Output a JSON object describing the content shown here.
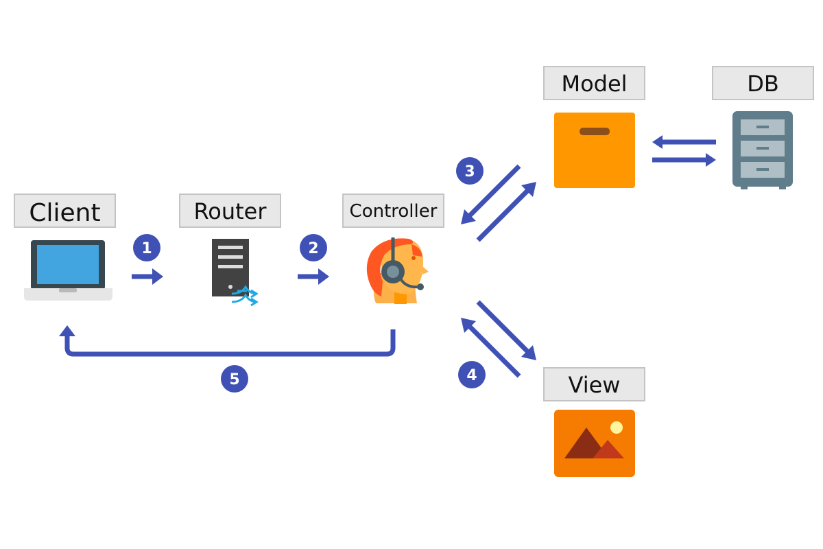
{
  "nodes": {
    "client": {
      "label": "Client",
      "icon": "laptop-icon"
    },
    "router": {
      "label": "Router",
      "icon": "server-icon"
    },
    "controller": {
      "label": "Controller",
      "icon": "headset-operator-icon"
    },
    "model": {
      "label": "Model",
      "icon": "box-icon"
    },
    "db": {
      "label": "DB",
      "icon": "filing-cabinet-icon"
    },
    "view": {
      "label": "View",
      "icon": "image-icon"
    }
  },
  "steps": {
    "s1": "1",
    "s2": "2",
    "s3": "3",
    "s4": "4",
    "s5": "5"
  },
  "colors": {
    "arrow": "#3f51b5",
    "label_bg": "#e8e8e8",
    "label_border": "#c4c4c4",
    "model_box": "#ff9800",
    "view_frame": "#f57c00",
    "db_cabinet": "#607d8b"
  }
}
